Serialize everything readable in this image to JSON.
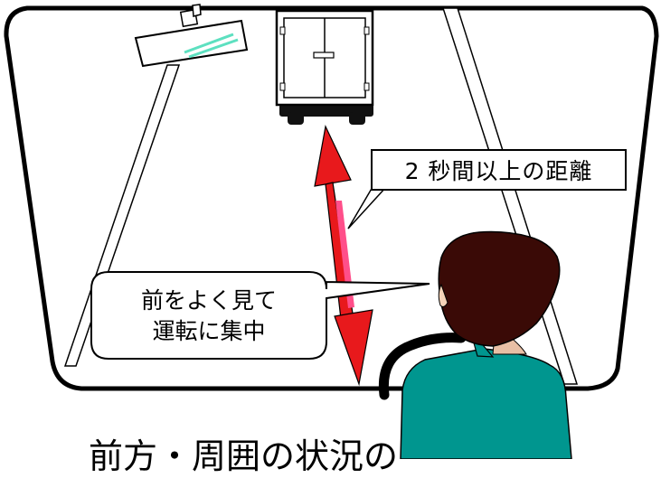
{
  "labels": {
    "distance": "2 秒間以上の距離",
    "advice_line1": "前をよく見て",
    "advice_line2": "運転に集中",
    "bottom_caption": "前方・周囲の状況の"
  },
  "icons": [
    "rearview-mirror-icon",
    "truck-icon",
    "distance-arrow-icon",
    "steering-wheel-icon",
    "driver-icon"
  ],
  "colors": {
    "arrow": "#e8191c",
    "arrow_inner": "#ff4f8a",
    "mirror_glass": "#5de0c0",
    "hair": "#3a0a06",
    "skin": "#f5d3b8",
    "shirt": "#00968f",
    "outline": "#000000"
  }
}
